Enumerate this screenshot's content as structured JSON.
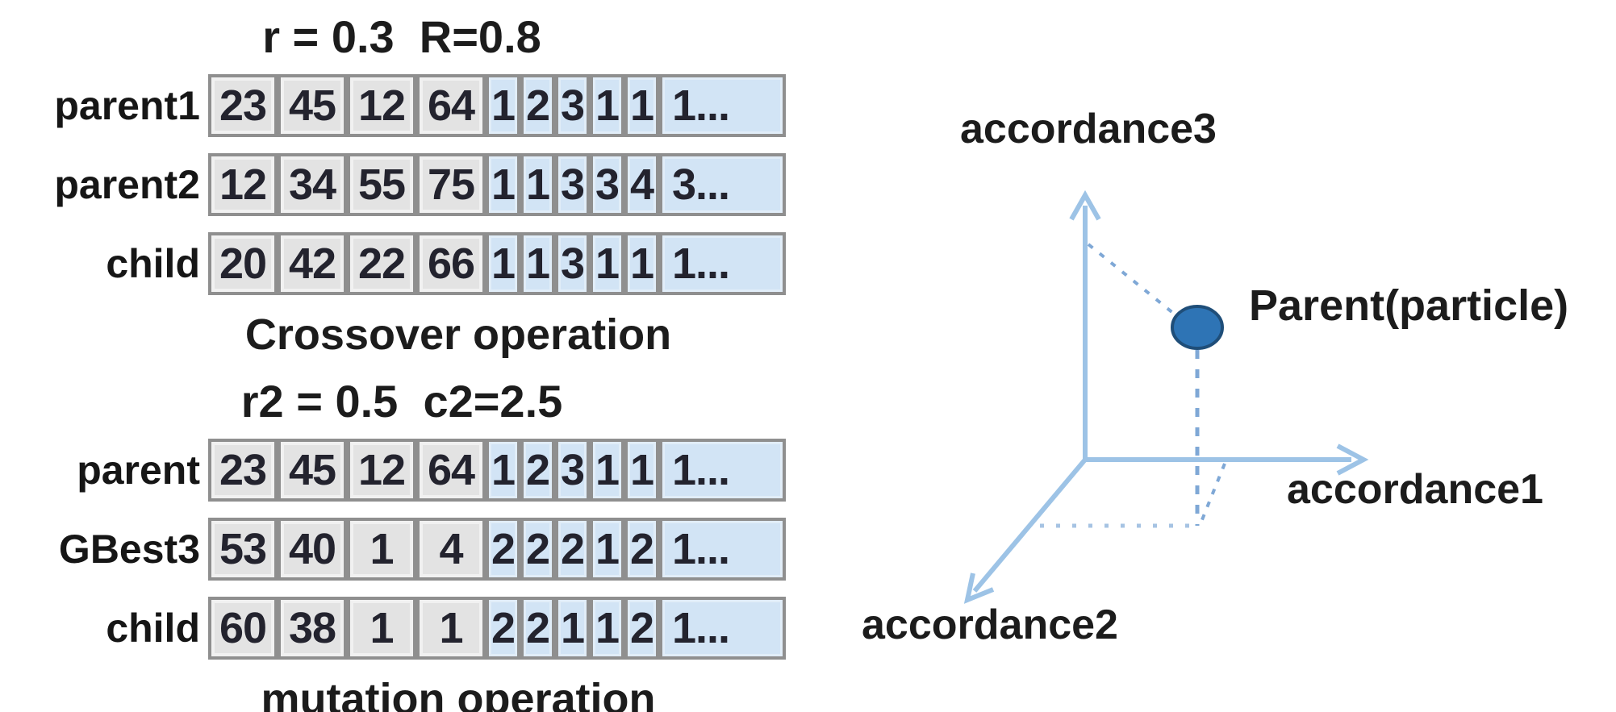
{
  "figure": {
    "background": "#ffffff"
  },
  "sections": [
    {
      "title": "r = 0.3  R=0.8",
      "caption": "Crossover operation",
      "rows": [
        {
          "label": "parent1",
          "gray": [
            "23",
            "45",
            "12",
            "64"
          ],
          "blue": [
            "1",
            "2",
            "3",
            "1",
            "1"
          ],
          "last": "1..."
        },
        {
          "label": "parent2",
          "gray": [
            "12",
            "34",
            "55",
            "75"
          ],
          "blue": [
            "1",
            "1",
            "3",
            "3",
            "4"
          ],
          "last": "3..."
        },
        {
          "label": "child",
          "gray": [
            "20",
            "42",
            "22",
            "66"
          ],
          "blue": [
            "1",
            "1",
            "3",
            "1",
            "1"
          ],
          "last": "1..."
        }
      ]
    },
    {
      "title": "r2 = 0.5  c2=2.5",
      "caption": "mutation operation",
      "rows": [
        {
          "label": "parent",
          "gray": [
            "23",
            "45",
            "12",
            "64"
          ],
          "blue": [
            "1",
            "2",
            "3",
            "1",
            "1"
          ],
          "last": "1..."
        },
        {
          "label": "GBest3",
          "gray": [
            "53",
            "40",
            "1",
            "4"
          ],
          "blue": [
            "2",
            "2",
            "2",
            "1",
            "2"
          ],
          "last": "1..."
        },
        {
          "label": "child",
          "gray": [
            "60",
            "38",
            "1",
            "1"
          ],
          "blue": [
            "2",
            "2",
            "1",
            "1",
            "2"
          ],
          "last": "1..."
        }
      ]
    }
  ],
  "cells": {
    "gray_fill": "#e3e3e3",
    "blue_fill": "#d2e4f5",
    "border": "#8f8f8f",
    "text": "#23232e"
  },
  "diagram": {
    "labels": {
      "accordance1": "accordance1",
      "accordance2": "accordance2",
      "accordance3": "accordance3",
      "parent_particle": "Parent(particle)"
    },
    "colors": {
      "axis": "#9dc3e6",
      "dashed": "#7fa8d6",
      "dotted": "#a6c3e3",
      "dot_fill": "#2e74b5",
      "dot_border": "#1f4e79"
    }
  }
}
